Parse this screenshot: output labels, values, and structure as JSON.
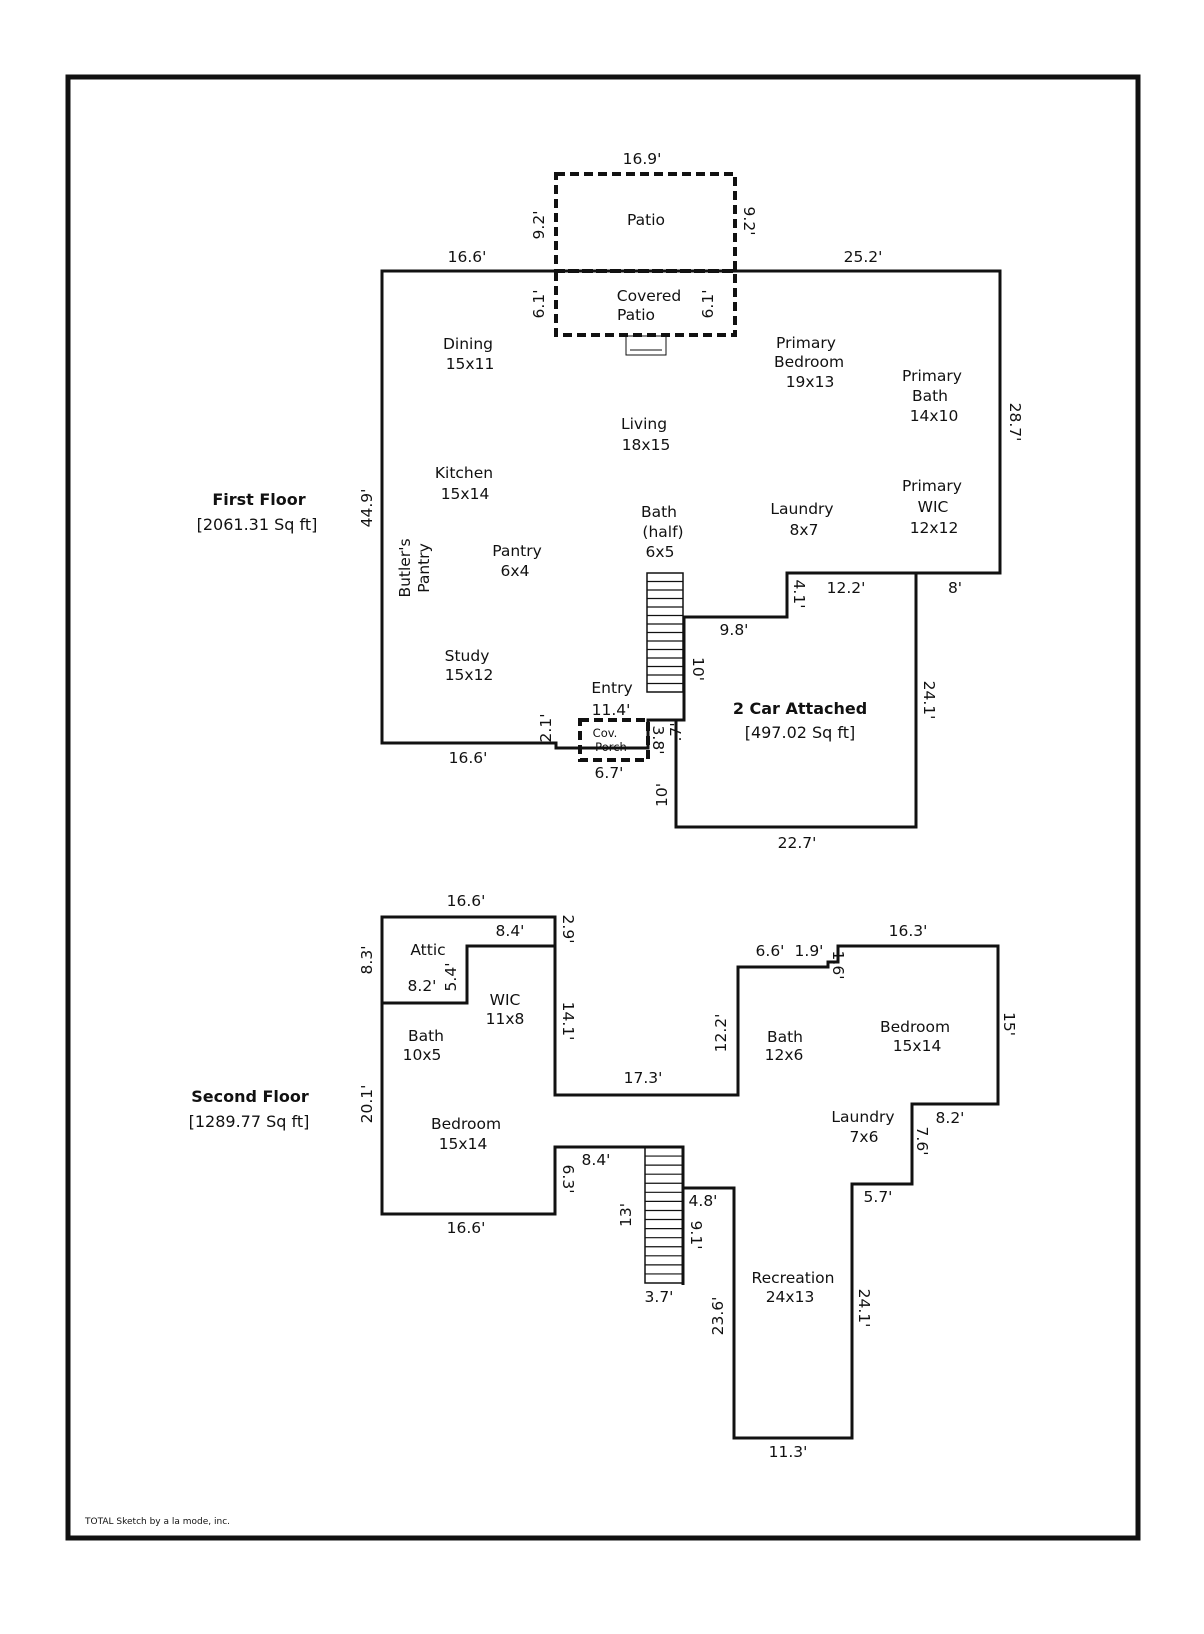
{
  "credit": "TOTAL Sketch by a la mode, inc.",
  "first_floor": {
    "title": "First Floor",
    "area": "[2061.31 Sq ft]",
    "garage": {
      "title": "2 Car Attached",
      "area": "[497.02 Sq ft]"
    },
    "rooms": {
      "patio": "Patio",
      "covered_patio_1": "Covered",
      "covered_patio_2": "Patio",
      "dining": "Dining",
      "dining_size": "15x11",
      "primary_bedroom_1": "Primary",
      "primary_bedroom_2": "Bedroom",
      "primary_bedroom_size": "19x13",
      "primary_bath_1": "Primary",
      "primary_bath_2": "Bath",
      "primary_bath_size": "14x10",
      "living": "Living",
      "living_size": "18x15",
      "kitchen": "Kitchen",
      "kitchen_size": "15x14",
      "primary_wic_1": "Primary",
      "primary_wic_2": "WIC",
      "primary_wic_size": "12x12",
      "laundry": "Laundry",
      "laundry_size": "8x7",
      "bath_half_1": "Bath",
      "bath_half_2": "(half)",
      "bath_half_size": "6x5",
      "butlers_1": "Butler's",
      "butlers_2": "Pantry",
      "pantry": "Pantry",
      "pantry_size": "6x4",
      "study": "Study",
      "study_size": "15x12",
      "entry": "Entry",
      "cov_porch_1": "Cov.",
      "cov_porch_2": "Porch"
    },
    "dims": {
      "patio_top": "16.9'",
      "patio_left": "9.2'",
      "patio_right": "9.2'",
      "cpatio_left": "6.1'",
      "cpatio_right": "6.1'",
      "top_left": "16.6'",
      "top_right": "25.2'",
      "right_upper": "28.7'",
      "left": "44.9'",
      "step_41": "4.1'",
      "step_122": "12.2'",
      "step_8": "8'",
      "step_98": "9.8'",
      "stair_10": "10'",
      "garage_right": "24.1'",
      "entry_114": "11.4'",
      "porch_21": "2.1'",
      "porch_38": "3.8'",
      "porch_7": ".7'",
      "porch_67": "6.7'",
      "bottom_left": "16.6'",
      "garage_left": "10'",
      "garage_bottom": "22.7'"
    }
  },
  "second_floor": {
    "title": "Second Floor",
    "area": "[1289.77 Sq ft]",
    "rooms": {
      "attic": "Attic",
      "wic": "WIC",
      "wic_size": "11x8",
      "bath_left": "Bath",
      "bath_left_size": "10x5",
      "bedroom_left": "Bedroom",
      "bedroom_left_size": "15x14",
      "bath_mid": "Bath",
      "bath_mid_size": "12x6",
      "bedroom_right": "Bedroom",
      "bedroom_right_size": "15x14",
      "laundry": "Laundry",
      "laundry_size": "7x6",
      "recreation": "Recreation",
      "recreation_size": "24x13"
    },
    "dims": {
      "top": "16.6'",
      "attic_84": "8.4'",
      "left_83": "8.3'",
      "d_29": "2.9'",
      "d_54": "5.4'",
      "d_82": "8.2'",
      "d_141": "14.1'",
      "d_173": "17.3'",
      "d_122": "12.2'",
      "d_66": "6.6'",
      "d_19": "1.9'",
      "d_16": "1.6'",
      "d_163": "16.3'",
      "d_15": "15'",
      "left_201": "20.1'",
      "d_82b": "8.2'",
      "d_76": "7.6'",
      "d_57": "5.7'",
      "d_84b": "8.4'",
      "d_63": "6.3'",
      "d_48": "4.8'",
      "d_91": "9.1'",
      "d_13": "13'",
      "bottom_left": "16.6'",
      "d_37": "3.7'",
      "d_236": "23.6'",
      "d_241": "24.1'",
      "d_113": "11.3'"
    }
  }
}
